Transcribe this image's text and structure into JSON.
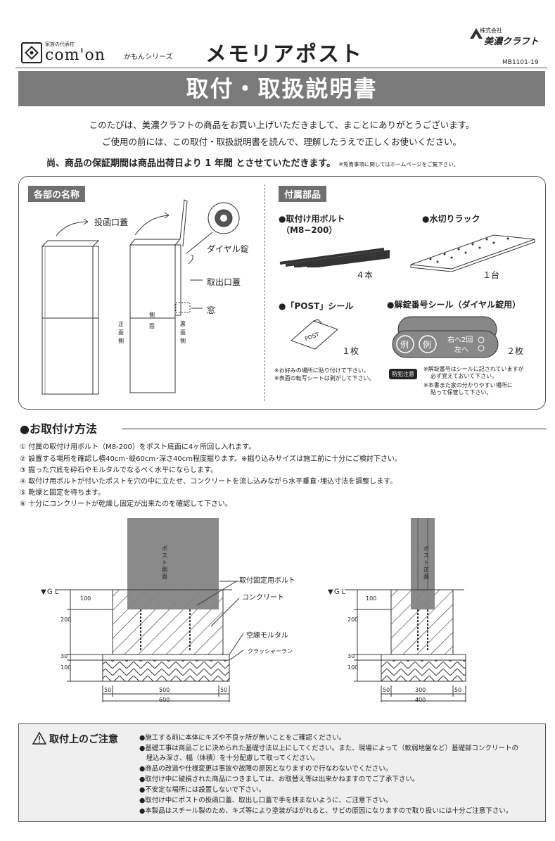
{
  "header": {
    "brand_small": "家族の代表柱",
    "brand_name": "com'on",
    "brand_series": "かもんシリーズ",
    "product_title": "メモリアポスト",
    "maker_small": "株式会社",
    "maker_name": "美濃クラフト",
    "doc_code": "MB1101-19"
  },
  "banner": "取付・取扱説明書",
  "intro": {
    "line1": "このたびは、美濃クラフトの商品をお買い上げいただきまして、まことにありがとうございます。",
    "line2": "ご使用の前には、この取付・取扱説明書を読んで、理解したうえで正しくお使いください。",
    "warranty": "尚、商品の保証期間は商品出荷日より 1 年間 とさせていただきます。",
    "warranty_note": "※免責事項に関してはホームページをご覧下さい。"
  },
  "parts": {
    "title": "各部の名称",
    "labels": {
      "lid": "投函口蓋",
      "dial": "ダイヤル錠",
      "outlet": "取出口蓋",
      "window": "窓",
      "front": "正面側",
      "side": "側面",
      "back": "裏面側"
    }
  },
  "accessories": {
    "title": "付属部品",
    "bolt": "●取付け用ボルト",
    "bolt_spec": "（M8−200）",
    "bolt_qty": "４本",
    "rack": "●水切りラック",
    "rack_qty": "１台",
    "sticker": "●「POST」シール",
    "sticker_text": "POST",
    "sticker_qty": "１枚",
    "dial_seal": "●解錠番号シール（ダイヤル錠用）",
    "dial_seal_example": "例",
    "dial_seal_right": "右へ2回",
    "dial_seal_left": "左へ",
    "dial_seal_qty": "２枚",
    "note1": "※お好みの場所に貼り付けて下さい。",
    "note2": "※表面の転写シートは剥がして下さい。",
    "crime_badge": "防犯注意",
    "note3": "※解錠番号はシールに記されていますが",
    "note3b": "必ず覚えておいて下さい。",
    "note4": "※本書また家の分かりやすい場所に",
    "note4b": "貼って保管して下さい。"
  },
  "install": {
    "title": "●お取付け方法",
    "steps": [
      "① 付属の取付け用ボルト（M8-200）をポスト底面に4ヶ所回し入れます。",
      "② 設置する場所を確認し横40cm･縦60cm･深さ40cm程度掘ります。※掘り込みサイズは施工前に十分にご検討下さい。",
      "③ 掘った穴底を砕石やモルタルでなるべく水平にならします。",
      "④ 取付け用ボルトが付いたポストを穴の中に立たせ、コンクリートを流し込みながら水平垂直･埋込寸法を調整します。",
      "⑤ 乾燥と固定を待ちます。",
      "⑥ 十分にコンクリートが乾燥し固定が出来たのを確認して下さい。"
    ]
  },
  "diagram": {
    "gl": "▼ＧＬ",
    "post_side": "ポスト側面",
    "post_front": "ポスト正面",
    "bolt": "取付固定用ボルト",
    "concrete": "コンクリート",
    "mortar": "空練モルタル",
    "crusher": "クラッシャーラン",
    "dims_left": {
      "d100": "100",
      "d200": "200",
      "d30": "30",
      "d100b": "100",
      "w50a": "50",
      "w500": "500",
      "w50b": "50",
      "w600": "600"
    },
    "dims_right": {
      "d100": "100",
      "d200": "200",
      "d30": "30",
      "d100b": "100",
      "w50a": "50",
      "w300": "300",
      "w50b": "50",
      "w400": "400"
    }
  },
  "caution": {
    "title": "取付上のご注意",
    "items": [
      "●施工する前に本体にキズや不良ヶ所が無いことをご確認ください。",
      "●基礎工事は商品ごとに決められた基礎寸法以上にしてください。また、現場によって（軟弱地盤など）基礎部コンクリートの",
      "　埋込み深さ、幅（体積）を十分配慮して取ってください。",
      "●商品の改造や仕様変更は事故や故障の原因となりますので行なわないでください。",
      "●取付け中に破損された商品につきましては、お取替え等は出来かねますのでご了承下さい。",
      "●不安定な場所には設置しないで下さい。",
      "●取付け中にポストの投函口蓋、取出し口蓋で手を挟まないように、ご注意下さい。",
      "●本製品はスチール製のため、キズ等により塗装がはがれると、サビの原因になりますので取り扱いには十分ご注意下さい。"
    ]
  }
}
